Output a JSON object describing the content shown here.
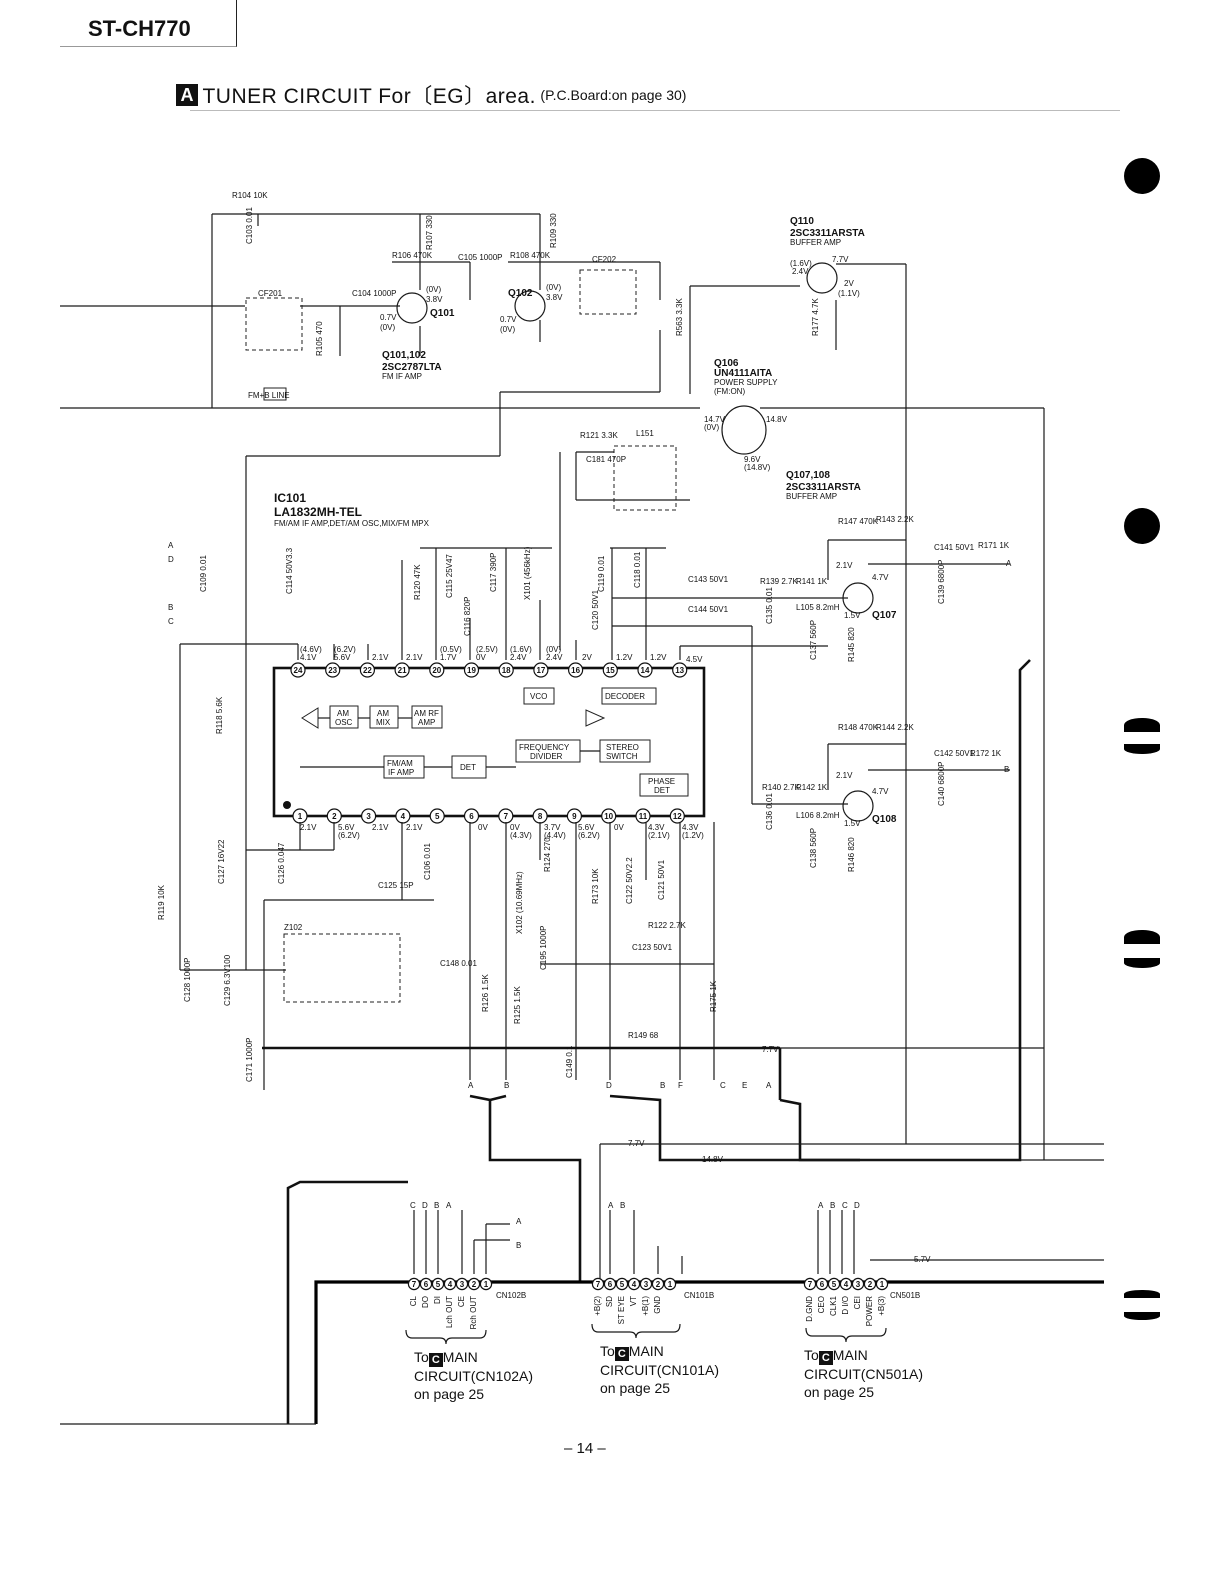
{
  "header": {
    "model": "ST-CH770",
    "section_letter": "A",
    "title": "TUNER CIRCUIT For〔EG〕area.",
    "subtitle": "(P.C.Board:on page 30)"
  },
  "page_number": "– 14 –",
  "ic": {
    "ref": "IC101",
    "part": "LA1832MH-TEL",
    "function": "FM/AM IF AMP,DET/AM OSC,MIX/FM MPX",
    "blocks": [
      "AM OSC",
      "AM MIX",
      "AM RF AMP",
      "FM/AM IF AMP",
      "DET",
      "VCO",
      "DECODER",
      "FREQUENCY DIVIDER",
      "STEREO SWITCH",
      "PHASE DET"
    ],
    "top_pins": [
      "24",
      "23",
      "22",
      "21",
      "20",
      "19",
      "18",
      "17",
      "16",
      "15",
      "14",
      "13"
    ],
    "bottom_pins": [
      "1",
      "2",
      "3",
      "4",
      "5",
      "6",
      "7",
      "8",
      "9",
      "10",
      "11",
      "12"
    ]
  },
  "transistors": [
    {
      "ref": "Q101",
      "label": "Q101,102",
      "part": "2SC2787LTA",
      "desc": "FM IF AMP"
    },
    {
      "ref": "Q102"
    },
    {
      "ref": "Q106",
      "part": "UN4111AITA",
      "desc": "POWER SUPPLY",
      "note": "(FM:ON)"
    },
    {
      "ref": "Q110",
      "part": "2SC3311ARSTA",
      "desc": "BUFFER AMP"
    },
    {
      "ref": "Q107",
      "label": "Q107,108",
      "part": "2SC3311ARSTA",
      "desc": "BUFFER AMP"
    },
    {
      "ref": "Q108"
    }
  ],
  "components": [
    {
      "ref": "R104",
      "value": "10K"
    },
    {
      "ref": "C103",
      "value": "0.01"
    },
    {
      "ref": "R106",
      "value": "470K"
    },
    {
      "ref": "R107",
      "value": "330"
    },
    {
      "ref": "C105",
      "value": "1000P"
    },
    {
      "ref": "R108",
      "value": "470K"
    },
    {
      "ref": "R109",
      "value": "330"
    },
    {
      "ref": "CF202",
      "value": ""
    },
    {
      "ref": "CF201",
      "value": ""
    },
    {
      "ref": "C104",
      "value": "1000P"
    },
    {
      "ref": "R105",
      "value": "470"
    },
    {
      "ref": "R563",
      "value": "3.3K"
    },
    {
      "ref": "R177",
      "value": "4.7K"
    },
    {
      "ref": "R121",
      "value": "3.3K"
    },
    {
      "ref": "L151",
      "value": ""
    },
    {
      "ref": "C181",
      "value": "470P"
    },
    {
      "ref": "C109",
      "value": "0.01"
    },
    {
      "ref": "C114",
      "value": "50V3.3"
    },
    {
      "ref": "R120",
      "value": "47K"
    },
    {
      "ref": "C115",
      "value": "25V47"
    },
    {
      "ref": "C116",
      "value": "820P"
    },
    {
      "ref": "C117",
      "value": "390P"
    },
    {
      "ref": "X101",
      "value": "(456kHz)"
    },
    {
      "ref": "C119",
      "value": "0.01"
    },
    {
      "ref": "C118",
      "value": "0.01"
    },
    {
      "ref": "C120",
      "value": "50V1"
    },
    {
      "ref": "C143",
      "value": "50V1"
    },
    {
      "ref": "C144",
      "value": "50V1"
    },
    {
      "ref": "R147",
      "value": "470K"
    },
    {
      "ref": "R143",
      "value": "2.2K"
    },
    {
      "ref": "C141",
      "value": "50V1"
    },
    {
      "ref": "R171",
      "value": "1K"
    },
    {
      "ref": "C139",
      "value": "6800P"
    },
    {
      "ref": "R139",
      "value": "2.7K"
    },
    {
      "ref": "R141",
      "value": "1K"
    },
    {
      "ref": "C135",
      "value": "0.01"
    },
    {
      "ref": "L105",
      "value": "8.2mH"
    },
    {
      "ref": "C137",
      "value": "560P"
    },
    {
      "ref": "R145",
      "value": "820"
    },
    {
      "ref": "R148",
      "value": "470K"
    },
    {
      "ref": "R144",
      "value": "2.2K"
    },
    {
      "ref": "C142",
      "value": "50V1"
    },
    {
      "ref": "R172",
      "value": "1K"
    },
    {
      "ref": "C140",
      "value": "6800P"
    },
    {
      "ref": "R140",
      "value": "2.7K"
    },
    {
      "ref": "R142",
      "value": "1K"
    },
    {
      "ref": "C136",
      "value": "0.01"
    },
    {
      "ref": "L106",
      "value": "8.2mH"
    },
    {
      "ref": "C138",
      "value": "560P"
    },
    {
      "ref": "R146",
      "value": "820"
    },
    {
      "ref": "R118",
      "value": "5.6K"
    },
    {
      "ref": "C127",
      "value": "16V22"
    },
    {
      "ref": "C126",
      "value": "0.047"
    },
    {
      "ref": "C125",
      "value": "15P"
    },
    {
      "ref": "C106",
      "value": "0.01"
    },
    {
      "ref": "R124",
      "value": "270"
    },
    {
      "ref": "X102",
      "value": "(10.69MHz)"
    },
    {
      "ref": "R173",
      "value": "10K"
    },
    {
      "ref": "C122",
      "value": "50V2.2"
    },
    {
      "ref": "C121",
      "value": "50V1"
    },
    {
      "ref": "R122",
      "value": "2.7K"
    },
    {
      "ref": "C123",
      "value": "50V1"
    },
    {
      "ref": "R119",
      "value": "10K"
    },
    {
      "ref": "Z102",
      "value": ""
    },
    {
      "ref": "C148",
      "value": "0.01"
    },
    {
      "ref": "C128",
      "value": "1000P"
    },
    {
      "ref": "C129",
      "value": "6.3V100"
    },
    {
      "ref": "R126",
      "value": "1.5K"
    },
    {
      "ref": "R125",
      "value": "1.5K"
    },
    {
      "ref": "C195",
      "value": "1000P"
    },
    {
      "ref": "R175",
      "value": "1K"
    },
    {
      "ref": "R149",
      "value": "68"
    },
    {
      "ref": "C149",
      "value": "0.1"
    },
    {
      "ref": "C171",
      "value": "1000P"
    }
  ],
  "voltages": {
    "q101": [
      "(0V)",
      "3.8V",
      "0.7V",
      "(0V)"
    ],
    "q102": [
      "(0V)",
      "3.8V",
      "0.7V",
      "(0V)"
    ],
    "q110": [
      "(1.6V)",
      "2.4V",
      "7.7V",
      "2V",
      "(1.1V)"
    ],
    "q106": [
      "14.7V",
      "(0V)",
      "14.8V",
      "9.6V",
      "(14.8V)"
    ],
    "q107": [
      "2.1V",
      "4.7V",
      "1.5V"
    ],
    "q108": [
      "2.1V",
      "4.7V",
      "1.5V"
    ],
    "top": [
      "(4.6V)",
      "4.1V",
      "(6.2V)",
      "5.6V",
      "2.1V",
      "2.1V",
      "(0.5V)",
      "1.7V",
      "(2.5V)",
      "0V",
      "(1.6V)",
      "2.4V",
      "(0V)",
      "2.4V",
      "2V",
      "1.2V",
      "1.2V",
      "4.5V"
    ],
    "bottom": [
      "2.1V",
      "5.6V",
      "(6.2V)",
      "2.1V",
      "2.1V",
      "0V",
      "0V",
      "(4.3V)",
      "3.7V",
      "(4.4V)",
      "5.6V",
      "(6.2V)",
      "0V",
      "4.3V",
      "(2.1V)",
      "4.3V",
      "(1.2V)"
    ],
    "rails": [
      "7.7V",
      "7.7V",
      "14.8V",
      "5.7V"
    ]
  },
  "signal_letters": [
    "A",
    "D",
    "B",
    "C",
    "A",
    "B",
    "A",
    "B",
    "D",
    "B",
    "F",
    "C",
    "E",
    "A"
  ],
  "fm_b_line": "FM+B LINE",
  "connectors": [
    {
      "ref": "CN102B",
      "top_letters": [
        "C",
        "D",
        "B",
        "A"
      ],
      "side_letters": [
        "A",
        "B"
      ],
      "pins": [
        "7",
        "6",
        "5",
        "4",
        "3",
        "2",
        "1"
      ],
      "signals": [
        "CL",
        "DO",
        "DI",
        "Lch OUT",
        "CE",
        "Rch OUT"
      ],
      "dest_to": "To",
      "dest_badge": "C",
      "dest_line1": "MAIN",
      "dest_line2": "CIRCUIT(CN102A)",
      "dest_page": "on page 25"
    },
    {
      "ref": "CN101B",
      "top_letters": [
        "A",
        "B"
      ],
      "pins": [
        "7",
        "6",
        "5",
        "4",
        "3",
        "2",
        "1"
      ],
      "signals": [
        "+B(2)",
        "SD",
        "ST EYE",
        "VT",
        "+B(1)",
        "GND"
      ],
      "dest_to": "To",
      "dest_badge": "C",
      "dest_line1": "MAIN",
      "dest_line2": "CIRCUIT(CN101A)",
      "dest_page": "on page 25"
    },
    {
      "ref": "CN501B",
      "top_letters": [
        "A",
        "B",
        "C",
        "D"
      ],
      "pins": [
        "7",
        "6",
        "5",
        "4",
        "3",
        "2",
        "1"
      ],
      "signals": [
        "D.GND",
        "CEO",
        "CLK1",
        "D I/O",
        "CEI",
        "POWER",
        "+B(3)"
      ],
      "dest_to": "To",
      "dest_badge": "C",
      "dest_line1": "MAIN",
      "dest_line2": "CIRCUIT(CN501A)",
      "dest_page": "on page 25"
    }
  ]
}
